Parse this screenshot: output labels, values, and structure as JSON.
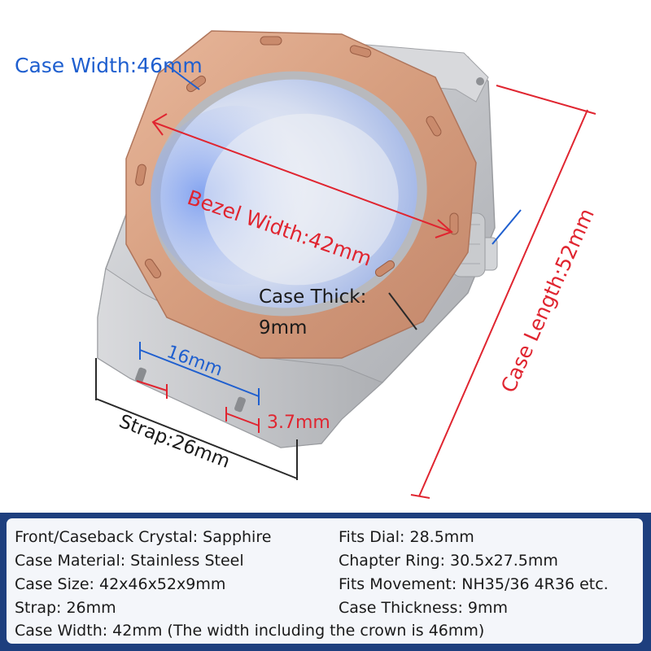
{
  "labels": {
    "case_width": "Case Width:46mm",
    "bezel_width": "Bezel Width:42mm",
    "case_thick_line1": "Case Thick:",
    "case_thick_line2": "9mm",
    "case_length": "Case Length:52mm",
    "lug_inner": "16mm",
    "lug_hole": "3.7mm",
    "strap": "Strap:26mm"
  },
  "specs": {
    "left": [
      "Front/Caseback Crystal: Sapphire",
      "Case Material: Stainless Steel",
      "Case Size: 42x46x52x9mm",
      "Strap: 26mm"
    ],
    "right": [
      "Fits Dial: 28.5mm",
      "Chapter Ring: 30.5x27.5mm",
      "Fits Movement: NH35/36 4R36 etc.",
      "Case Thickness: 9mm"
    ],
    "bottom": "Case Width: 42mm (The width including the crown is 46mm)"
  },
  "colors": {
    "annotation_blue": "#1f5fcf",
    "annotation_red": "#e02530",
    "panel_navy": "#1e3f7e",
    "bezel_rose_gold": "#d9a488",
    "case_steel": "#c8c9cc"
  }
}
